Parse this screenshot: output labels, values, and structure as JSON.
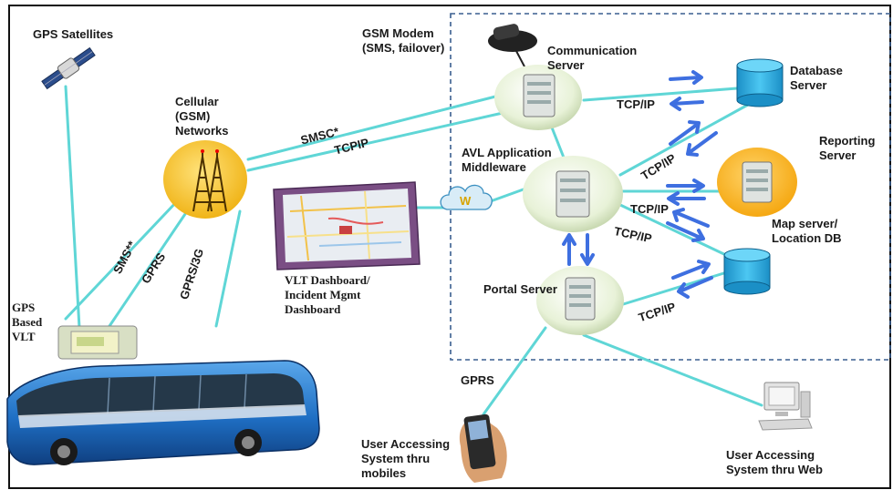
{
  "labels": {
    "gps_satellites": "GPS Satellites",
    "gsm_modem": "GSM Modem\n(SMS, failover)",
    "communication_server": "Communication\nServer",
    "database_server": "Database\nServer",
    "cellular_networks": "Cellular\n(GSM)\nNetworks",
    "avl_middleware": "AVL Application\nMiddleware",
    "reporting_server": "Reporting\nServer",
    "map_server": "Map server/\nLocation DB",
    "portal_server": "Portal Server",
    "vlt_dashboard": "VLT Dashboard/\nIncident Mgmt\nDashboard",
    "gps_based_vlt": "GPS\nBased\nVLT",
    "user_mobiles": "User Accessing\nSystem thru\nmobiles",
    "user_web": "User Accessing\nSystem thru Web"
  },
  "links": {
    "smsc": "SMSC*",
    "tcpip_cell": "TCPIP",
    "sms": "SMS**",
    "gprs_vlt": "GPRS",
    "gprs_3g": "GPRS/3G",
    "tcpip_db": "TCP/IP",
    "tcpip_avl_db": "TCP/IP",
    "tcpip_reporting": "TCP/IP",
    "tcpip_map": "TCP/IP",
    "tcpip_portal": "TCP/IP",
    "gprs_mobile": "GPRS",
    "cloud_w": "W"
  },
  "colors": {
    "link_line": "#5fd6d6",
    "arrow": "#3e6fe0",
    "boundary": "#3a5f8f",
    "server_bubble": "#e7f2d6",
    "cell_bubble": "#f7c62f",
    "db_cylinder": "#2fb4e8",
    "bus_body": "#1f6fc4"
  },
  "icons": {
    "satellite": "satellite-icon",
    "modem": "modem-icon",
    "tower": "cell-tower-icon",
    "server": "server-icon",
    "database": "database-icon",
    "cloud": "cloud-icon",
    "bus": "bus-icon",
    "phone": "mobile-phone-icon",
    "computer": "desktop-computer-icon"
  }
}
